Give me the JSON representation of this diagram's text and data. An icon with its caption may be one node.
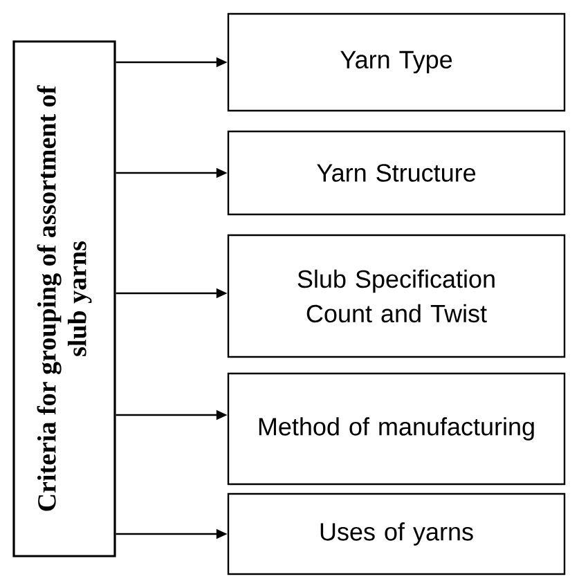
{
  "diagram": {
    "nodes": [
      {
        "text": [
          "Criteria for grouping of assortment of slub yarns"
        ]
      },
      {
        "text": [
          "Yarn Type"
        ]
      },
      {
        "text": [
          "Yarn Structure"
        ]
      },
      {
        "text": [
          "Slub Specification Count and Twist"
        ]
      },
      {
        "text": [
          "Method of manufacturing"
        ]
      },
      {
        "text": [
          "Uses of yarns"
        ]
      }
    ],
    "edges": [
      {
        "from": 0,
        "to": 1,
        "arrow": "to"
      },
      {
        "from": 0,
        "to": 2,
        "arrow": "to"
      },
      {
        "from": 0,
        "to": 3,
        "arrow": "to"
      },
      {
        "from": 0,
        "to": 4,
        "arrow": "to"
      },
      {
        "from": 0,
        "to": 5,
        "arrow": "to"
      }
    ]
  }
}
